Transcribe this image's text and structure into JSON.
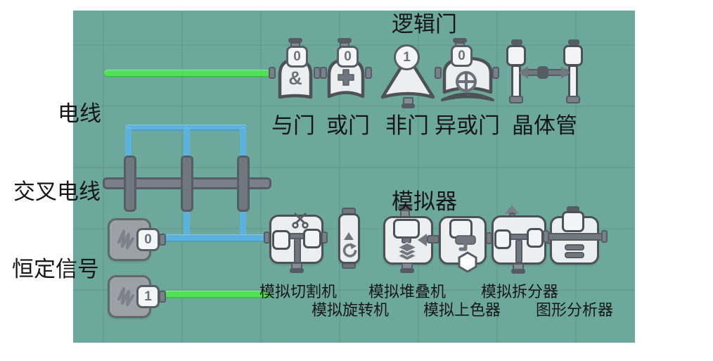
{
  "titles": {
    "logic_gates": "逻辑门",
    "simulators": "模拟器"
  },
  "side_labels": {
    "wire": "电线",
    "cross_wire": "交叉电线",
    "constant_signal": "恒定信号"
  },
  "gates": {
    "and": {
      "label": "与门",
      "badge": "0",
      "glyph": "&"
    },
    "or": {
      "label": "或门",
      "badge": "0"
    },
    "not": {
      "label": "非门",
      "badge": "1"
    },
    "xor": {
      "label": "异或门",
      "badge": "0"
    },
    "transistor": {
      "label": "晶体管"
    }
  },
  "constant_signals": {
    "first": {
      "value": "0"
    },
    "second": {
      "value": "1"
    }
  },
  "simulators": {
    "cutter": {
      "label": "模拟切割机"
    },
    "rotator": {
      "label": "模拟旋转机"
    },
    "stacker": {
      "label": "模拟堆叠机"
    },
    "painter": {
      "label": "模拟上色器"
    },
    "splitter": {
      "label": "模拟拆分器"
    },
    "analyzer": {
      "label": "图形分析器"
    }
  },
  "colors": {
    "panel_bg": "#6ca89b",
    "wire_active_green": "#4fe257",
    "wire_blue": "#5cb2de",
    "machine_white": "#edeeef",
    "metal_gray": "#79808a",
    "dark_outline": "#4c5258",
    "badge_white": "#f4f5f6"
  }
}
